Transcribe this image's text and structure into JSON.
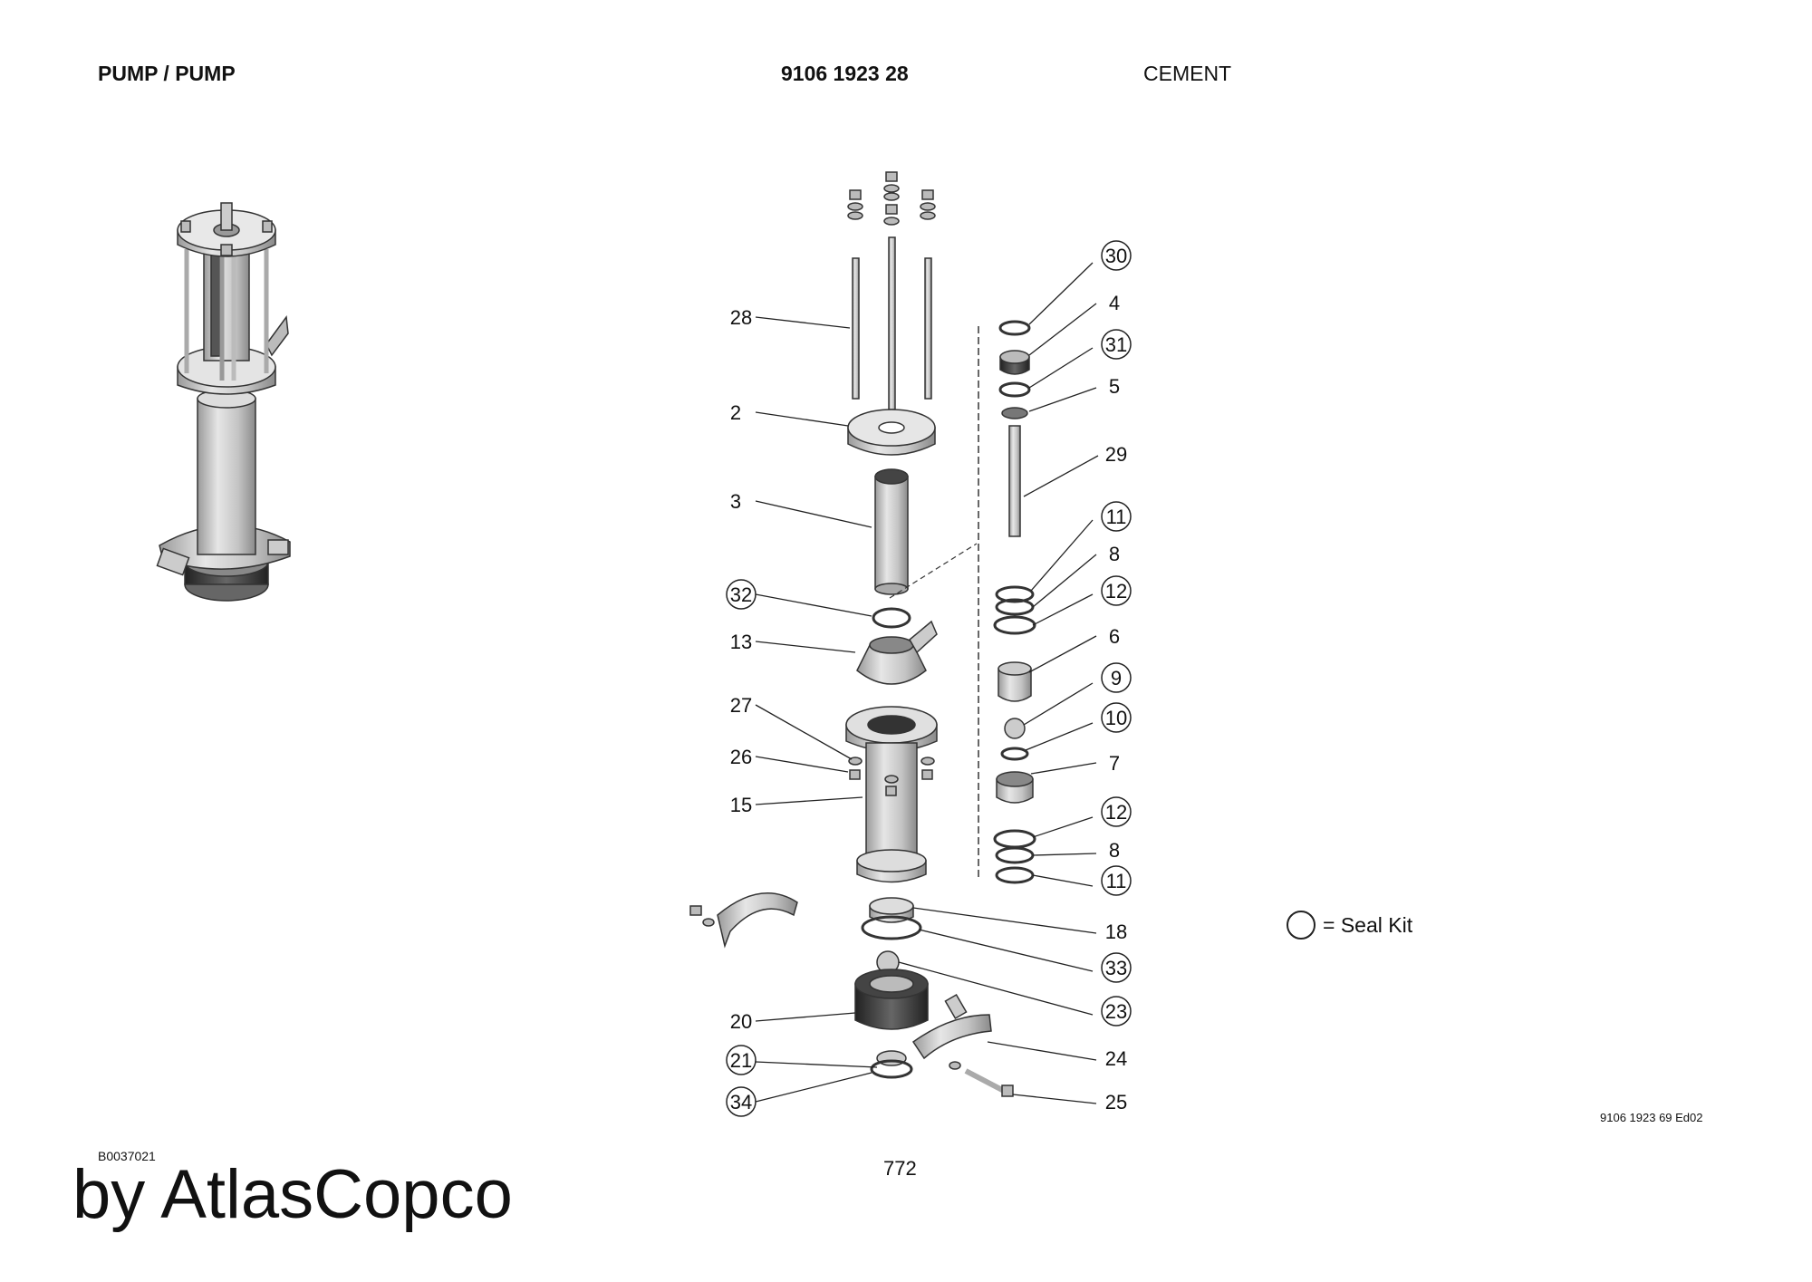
{
  "header": {
    "title": "PUMP / PUMP",
    "part_number": "9106 1923 28",
    "category": "CEMENT"
  },
  "callouts": [
    {
      "n": "30",
      "kit": true
    },
    {
      "n": "4",
      "kit": false
    },
    {
      "n": "31",
      "kit": true
    },
    {
      "n": "5",
      "kit": false
    },
    {
      "n": "28",
      "kit": false
    },
    {
      "n": "2",
      "kit": false
    },
    {
      "n": "29",
      "kit": false
    },
    {
      "n": "3",
      "kit": false
    },
    {
      "n": "11",
      "kit": true
    },
    {
      "n": "8",
      "kit": false
    },
    {
      "n": "12",
      "kit": true
    },
    {
      "n": "32",
      "kit": true
    },
    {
      "n": "13",
      "kit": false
    },
    {
      "n": "6",
      "kit": false
    },
    {
      "n": "9",
      "kit": true
    },
    {
      "n": "27",
      "kit": false
    },
    {
      "n": "10",
      "kit": true
    },
    {
      "n": "26",
      "kit": false
    },
    {
      "n": "7",
      "kit": false
    },
    {
      "n": "15",
      "kit": false
    },
    {
      "n": "12",
      "kit": true
    },
    {
      "n": "8",
      "kit": false
    },
    {
      "n": "11",
      "kit": true
    },
    {
      "n": "18",
      "kit": false
    },
    {
      "n": "33",
      "kit": true
    },
    {
      "n": "23",
      "kit": true
    },
    {
      "n": "20",
      "kit": false
    },
    {
      "n": "24",
      "kit": false
    },
    {
      "n": "21",
      "kit": true
    },
    {
      "n": "25",
      "kit": false
    },
    {
      "n": "34",
      "kit": true
    }
  ],
  "legend": {
    "text": "= Seal Kit"
  },
  "footer": {
    "drawing_ref": "B0037021",
    "doc_ref": "9106 1923 69 Ed02",
    "page": "772",
    "brand": "by AtlasCopco"
  }
}
